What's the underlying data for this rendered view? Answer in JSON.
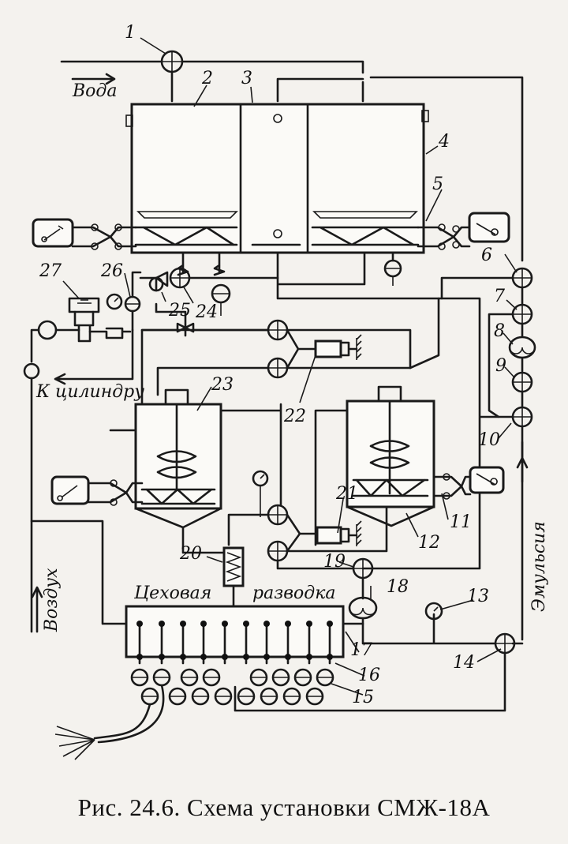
{
  "labels": {
    "water": "Вода",
    "air": "Воздух",
    "emulsion": "Эмульсия",
    "to_cylinder": "К цилиндру",
    "shop_wiring": "Цеховая",
    "shop_wiring_2": "разводка"
  },
  "callouts": [
    "1",
    "2",
    "3",
    "4",
    "5",
    "6",
    "7",
    "8",
    "9",
    "10",
    "11",
    "12",
    "13",
    "14",
    "15",
    "16",
    "17",
    "18",
    "19",
    "20",
    "21",
    "22",
    "23",
    "24",
    "25",
    "26",
    "27"
  ],
  "caption": "Рис. 24.6. Схема установки СМЖ-18А"
}
